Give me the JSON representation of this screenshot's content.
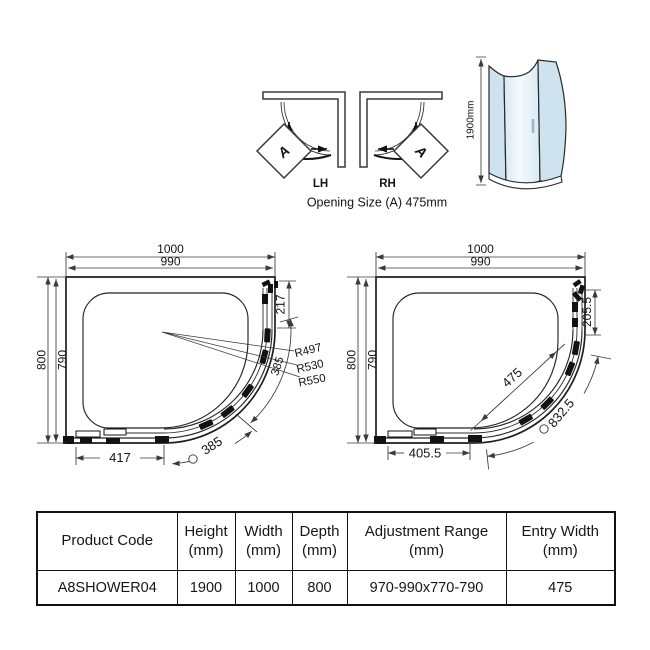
{
  "top": {
    "lh_label": "LH",
    "rh_label": "RH",
    "marker_a": "A",
    "opening_text": "Opening Size (A) 475mm",
    "shower_height_label": "1900mm"
  },
  "left_drawing": {
    "width_outer": "1000",
    "width_inner": "990",
    "height_outer": "800",
    "height_inner": "790",
    "panel_height": "217",
    "arc_upper": "385",
    "arc_lower": "385",
    "bottom_width": "417",
    "radius_inner": "R497",
    "radius_mid": "R530",
    "radius_outer": "R550"
  },
  "right_drawing": {
    "width_outer": "1000",
    "width_inner": "990",
    "height_outer": "800",
    "height_inner": "790",
    "panel_height": "205.5",
    "entry_width": "475",
    "arc_length": "832.5",
    "bottom_width": "405.5"
  },
  "table": {
    "headers": [
      "Product Code",
      "Height\n(mm)",
      "Width\n(mm)",
      "Depth\n(mm)",
      "Adjustment Range\n(mm)",
      "Entry Width\n(mm)"
    ],
    "row": [
      "A8SHOWER04",
      "1900",
      "1000",
      "800",
      "970-990x770-790",
      "475"
    ]
  },
  "colors": {
    "line": "#1a1a1a",
    "glass": "#cfe2ef",
    "glass_light": "#f4fafd"
  }
}
